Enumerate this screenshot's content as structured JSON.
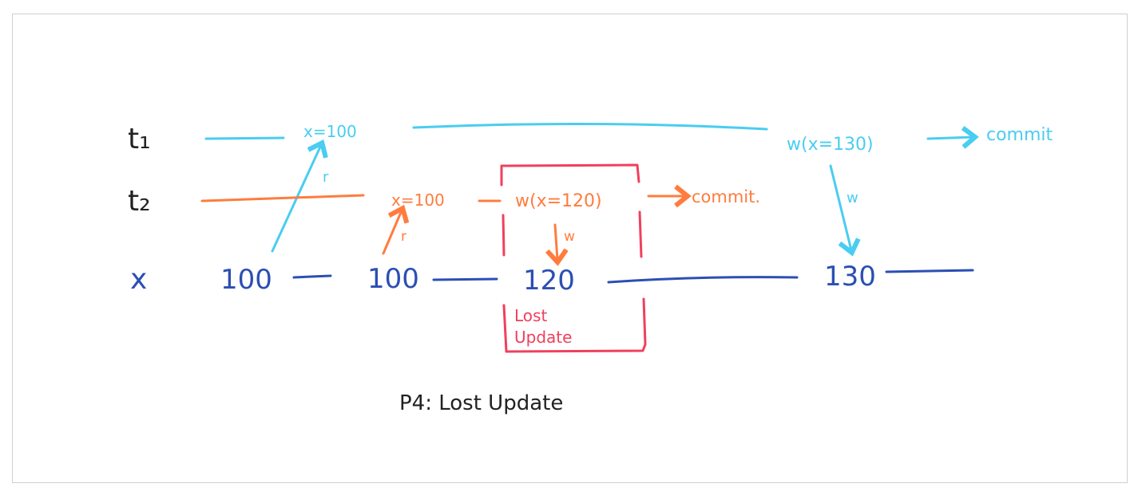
{
  "diagram": {
    "rows": {
      "t1": "t₁",
      "t2": "t₂",
      "x": "x"
    },
    "t1": {
      "read": "x=100",
      "read_label": "r",
      "write": "w(x=130)",
      "write_label": "w",
      "commit": "commit"
    },
    "t2": {
      "read": "x=100",
      "read_label": "r",
      "write": "w(x=120)",
      "write_label": "w",
      "commit": "commit."
    },
    "x_values": [
      "100",
      "100",
      "120",
      "130"
    ],
    "highlight": {
      "line1": "Lost",
      "line2": "Update"
    },
    "caption": "P4: Lost Update",
    "colors": {
      "t1": "#49cdf0",
      "t2": "#ff7c3e",
      "x": "#2b4fb3",
      "highlight": "#f0405c",
      "label": "#222222"
    }
  }
}
